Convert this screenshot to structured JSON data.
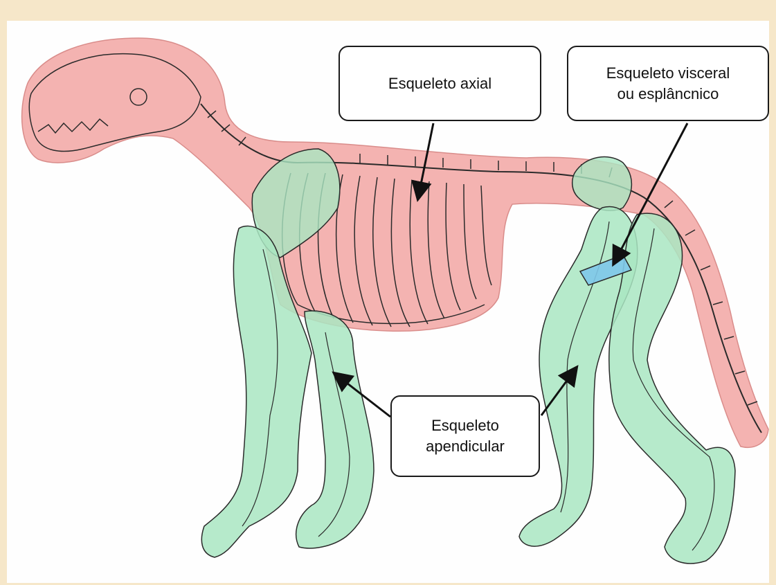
{
  "labels": {
    "axial": "Esqueleto axial",
    "visceral": "Esqueleto visceral\nou esplâncnico",
    "apendicular": "Esqueleto\napendicular"
  },
  "colors": {
    "axial_region": "#f4b3b1",
    "appendicular_region": "#a9e6c2",
    "visceral_region": "#7ec8ea",
    "outline": "#2a2a2a",
    "background": "#f6e7c9"
  }
}
